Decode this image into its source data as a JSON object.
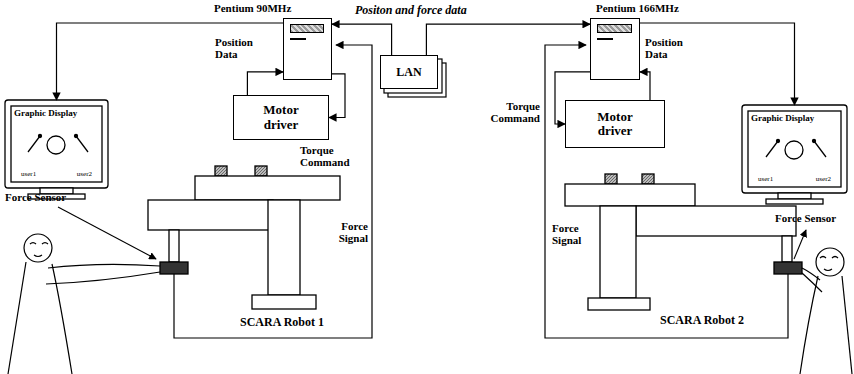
{
  "diagram": {
    "nodes": [
      {
        "text": [
          "Pentium 90MHz"
        ]
      },
      {
        "text": [
          "Graphic Display",
          "user1",
          "user2"
        ]
      },
      {
        "text": [
          "Motor driver"
        ]
      },
      {
        "text": [
          "LAN"
        ]
      },
      {
        "text": [
          "Pentium 166MHz"
        ]
      },
      {
        "text": [
          "Graphic Display",
          "user1",
          "user2"
        ]
      },
      {
        "text": [
          "Motor driver"
        ]
      }
    ],
    "edges": [
      {
        "from": 0,
        "to": 1,
        "arrow": "to"
      },
      {
        "from": 3,
        "to": 0,
        "arrow": "to"
      },
      {
        "from": 3,
        "to": 4,
        "arrow": "to"
      },
      {
        "from": 2,
        "to": 0,
        "label": "Position Data",
        "arrow": "to"
      },
      {
        "from": 0,
        "to": 2,
        "label": "Torque Command",
        "arrow": "to"
      },
      {
        "from": 4,
        "to": 5,
        "arrow": "to"
      },
      {
        "from": 6,
        "to": 4,
        "label": "Position Data",
        "arrow": "to"
      },
      {
        "from": 4,
        "to": 6,
        "label": "Torque Command",
        "arrow": "to"
      }
    ],
    "labels": [
      "Positon and force data",
      "Force Sensor",
      "Force Signal",
      "SCARA Robot 1",
      "Force Sensor",
      "Force Signal",
      "SCARA Robot 2"
    ]
  }
}
